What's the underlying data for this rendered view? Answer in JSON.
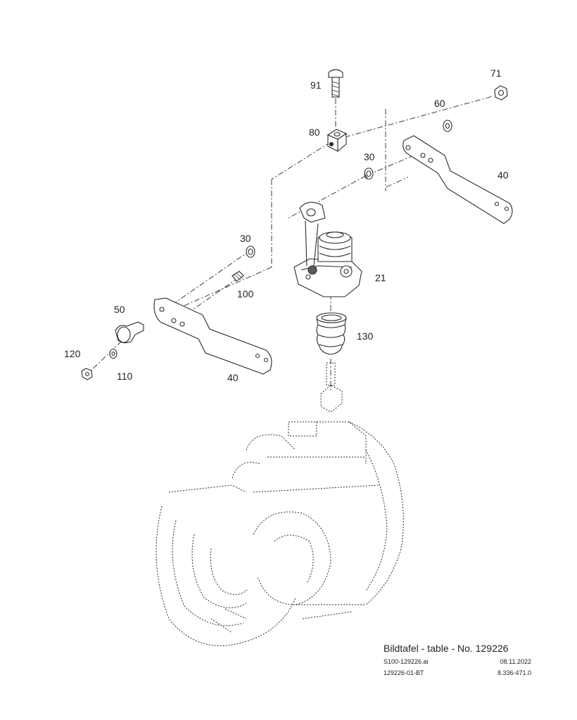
{
  "callouts": {
    "c91": "91",
    "c71": "71",
    "c60": "60",
    "c80": "80",
    "c30a": "30",
    "c40a": "40",
    "c30b": "30",
    "c21": "21",
    "c100": "100",
    "c50": "50",
    "c130": "130",
    "c120": "120",
    "c110": "110",
    "c40b": "40"
  },
  "title_block": {
    "title": "Bildtafel - table - No. 129226",
    "file_name": "S100-129226.ai",
    "date": "08.11.2022",
    "drawing_id": "129226-01-BT",
    "part_number": "8.336-471.0"
  },
  "colors": {
    "line": "#2a2a2a",
    "fill": "#ffffff",
    "shade": "#8a8a8a"
  }
}
